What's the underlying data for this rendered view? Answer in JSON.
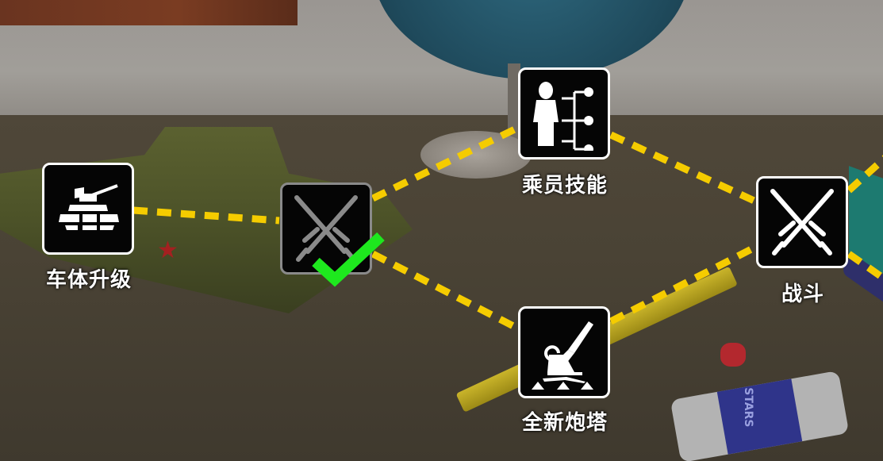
{
  "skill_tree": {
    "nodes": [
      {
        "id": "hull_upgrade",
        "label": "车体升级",
        "icon": "tank-icon",
        "state": "available"
      },
      {
        "id": "combat_completed",
        "label": "",
        "icon": "crossed-swords-icon",
        "state": "completed"
      },
      {
        "id": "crew_skills",
        "label": "乘员技能",
        "icon": "crew-tree-icon",
        "state": "available"
      },
      {
        "id": "new_turret",
        "label": "全新炮塔",
        "icon": "artillery-icon",
        "state": "available"
      },
      {
        "id": "combat",
        "label": "战斗",
        "icon": "crossed-swords-icon",
        "state": "available"
      }
    ],
    "connector_color": "#f5cc00",
    "check_color": "#1ee81e"
  },
  "scene": {
    "eraser_brand": "STARS"
  }
}
